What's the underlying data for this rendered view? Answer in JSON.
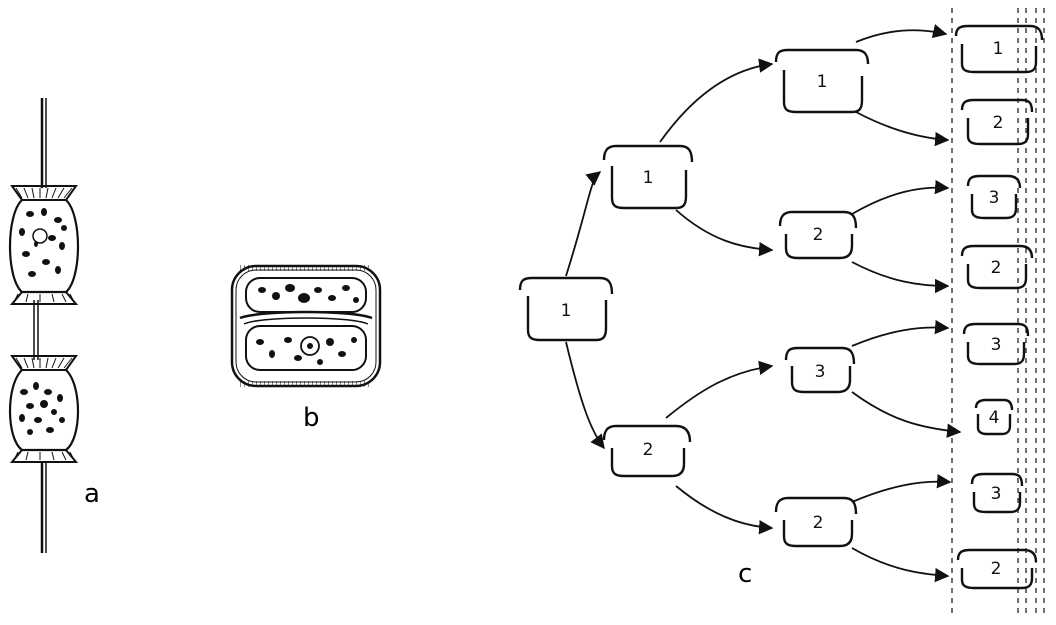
{
  "captions": {
    "a": "a",
    "b": "b",
    "c": "c"
  },
  "tree": {
    "root": "1",
    "gen1": [
      "1",
      "2"
    ],
    "gen2": [
      "1",
      "2",
      "3",
      "2"
    ],
    "gen3": [
      "1",
      "2",
      "3",
      "2",
      "3",
      "4",
      "3",
      "2"
    ]
  },
  "colors": {
    "ink": "#111111",
    "paper": "#ffffff"
  }
}
